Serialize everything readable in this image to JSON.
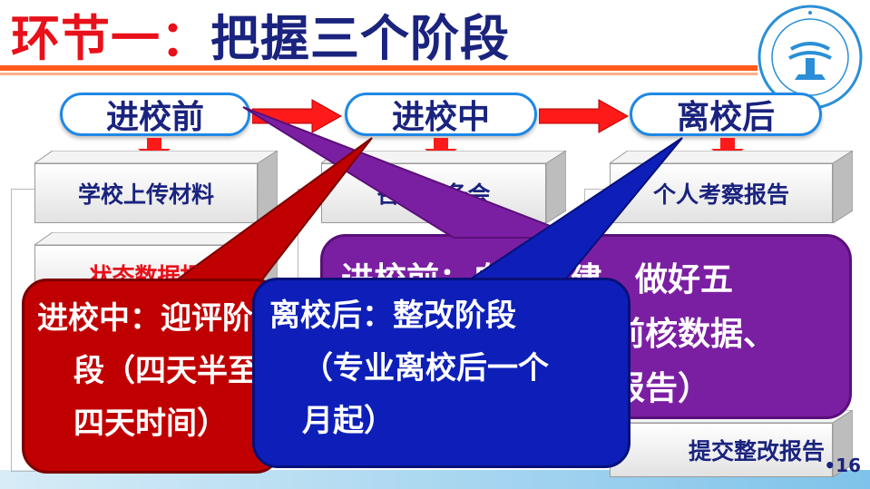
{
  "title": {
    "part1": "环节一：",
    "part2": "把握三个阶段"
  },
  "phases": {
    "before": "进校前",
    "during": "进校中",
    "after": "离校后"
  },
  "boxes": {
    "upload": "学校上传材料",
    "status_data": "状态数据报",
    "pre_meeting": "召开预备会",
    "personal_report": "个人考察报告",
    "rectify_report": "提交整改报告"
  },
  "callouts": {
    "purple": {
      "line1": "进校前：自评自建，做好五",
      "line2": "项准备（前核数据、",
      "line3": "审阅自评报告）"
    },
    "red": {
      "line1": "进校中：迎评阶",
      "line2": "段（四天半至",
      "line3": "四天时间）"
    },
    "blue": {
      "line1": "离校后：整改阶段",
      "line2": "（专业离校后一个",
      "line3": "月起）"
    }
  },
  "page_number": "•16",
  "colors": {
    "red": "#e8101a",
    "navy": "#1a237e",
    "purple": "#7b1fa2",
    "blue": "#0d1fb8",
    "crimson": "#c00000"
  }
}
